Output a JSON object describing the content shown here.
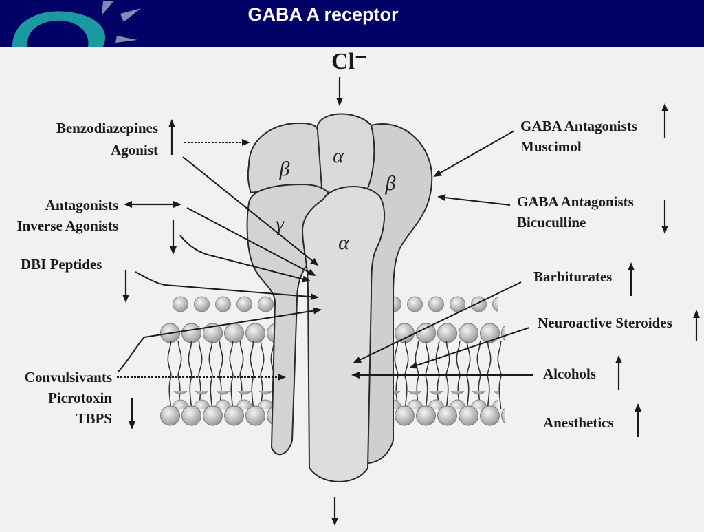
{
  "header": {
    "title": "GABA A receptor",
    "bg_color": "#000066"
  },
  "diagram": {
    "ion": "Cl⁻",
    "subunits": [
      "β",
      "α",
      "β",
      "γ",
      "α"
    ],
    "left_labels": [
      {
        "lines": [
          "Benzodiazepines",
          "Agonist"
        ],
        "arrow": "up"
      },
      {
        "lines": [
          "Antagonists",
          "Inverse Agonists"
        ],
        "arrow": "down"
      },
      {
        "lines": [
          "DBI Peptides"
        ],
        "arrow": "down"
      },
      {
        "lines": [
          "Convulsivants",
          "Picrotoxin",
          "TBPS"
        ],
        "arrow": "down"
      }
    ],
    "right_labels": [
      {
        "lines": [
          "GABA Antagonists",
          "Muscimol"
        ],
        "arrow": "up"
      },
      {
        "lines": [
          "GABA Antagonists",
          "Bicuculline"
        ],
        "arrow": "down"
      },
      {
        "lines": [
          "Barbiturates"
        ],
        "arrow": "up"
      },
      {
        "lines": [
          "Neuroactive Steroides"
        ],
        "arrow": "up"
      },
      {
        "lines": [
          "Alcohols"
        ],
        "arrow": "up"
      },
      {
        "lines": [
          "Anesthetics"
        ],
        "arrow": "up"
      }
    ]
  }
}
